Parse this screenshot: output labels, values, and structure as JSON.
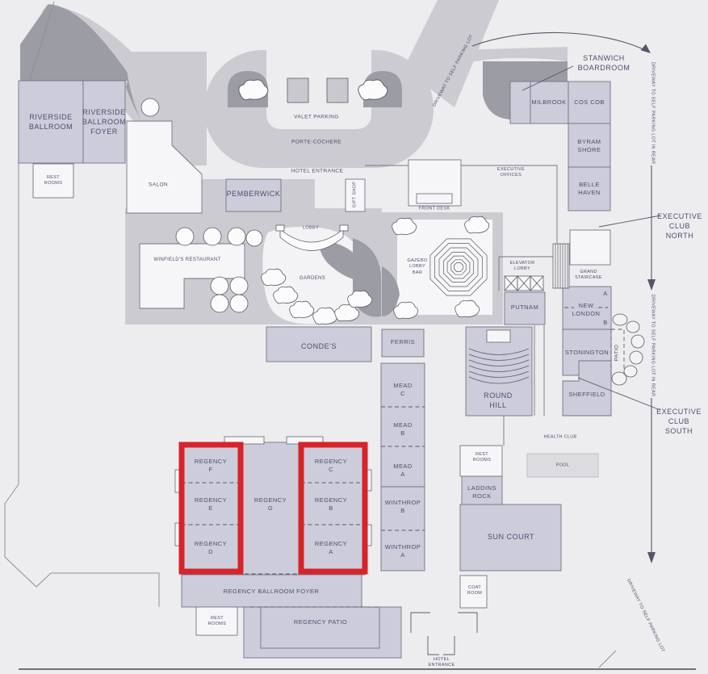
{
  "labels": {
    "riverside_ballroom": "RIVERSIDE\nBALLROOM",
    "riverside_ballroom_foyer": "RIVERSIDE\nBALLROOM\nFOYER",
    "rest_rooms_nw": "REST\nROOMS",
    "salon": "SALON",
    "valet_parking": "VALET PARKING",
    "porte_cochere": "PORTE-COCHERE",
    "hotel_entrance_top": "HOTEL ENTRANCE",
    "pemberwick": "PEMBERWICK",
    "gift_shop": "GIFT SHOP",
    "front_desk": "FRONT DESK",
    "executive_offices": "EXECUTIVE\nOFFICES",
    "stanwich_boardroom": "STANWICH\nBOARDROOM",
    "milbrook": "MILBROOK",
    "cos_cob": "COS COB",
    "byram_shore": "BYRAM\nSHORE",
    "belle_haven": "BELLE\nHAVEN",
    "executive_club_north": "EXECUTIVE\nCLUB\nNORTH",
    "executive_club_south": "EXECUTIVE\nCLUB\nSOUTH",
    "driveway_top": "DRIVEWAY TO SELF PARKING LOT",
    "driveway_right_upper": "DRIVEWAY TO SELF PARKING LOT IN REAR",
    "driveway_right_lower": "DRIVEWAY TO SELF PARKING LOT IN REAR",
    "driveway_bottom": "DRIVEWAY TO SELF PARKING LOT",
    "lobby": "LOBBY",
    "winfields_restaurant": "WINFIELD'S RESTAURANT",
    "gardens": "GARDENS",
    "gazebo_lobby_bar": "GAZEBO\nLOBBY\nBAR",
    "elevator_lobby": "ELEVATOR\nLOBBY",
    "grand_staircase": "GRAND\nSTAIRCASE",
    "putnam": "PUTNAM",
    "new_london": "NEW\nLONDON",
    "new_london_a": "A",
    "new_london_b": "B",
    "stonington": "STONINGTON",
    "patio": "PATIO",
    "sheffield": "SHEFFIELD",
    "condes": "CONDE'S",
    "ferris": "FERRIS",
    "mead_c": "MEAD\nC",
    "mead_b": "MEAD\nB",
    "mead_a": "MEAD\nA",
    "winthrop_b": "WINTHROP\nB",
    "winthrop_a": "WINTHROP\nA",
    "round_hill": "ROUND\nHILL",
    "regency_f": "REGENCY\nF",
    "regency_e": "REGENCY\nE",
    "regency_d": "REGENCY\nD",
    "regency_g": "REGENCY\nG",
    "regency_c": "REGENCY\nC",
    "regency_b": "REGENCY\nB",
    "regency_a": "REGENCY\nA",
    "rest_rooms_mid": "REST\nROOMS",
    "laddins_rock": "LADDINS\nROCK",
    "health_club": "HEALTH CLUB",
    "pool": "POOL",
    "sun_court": "SUN COURT",
    "regency_ballroom_foyer": "REGENCY BALLROOM FOYER",
    "rest_rooms_sw": "REST\nROOMS",
    "regency_patio": "REGENCY PATIO",
    "coat_room": "COAT\nROOM",
    "hotel_entrance_bottom": "HOTEL\nENTRANCE"
  },
  "highlighted_rooms": [
    "REGENCY F",
    "REGENCY E",
    "REGENCY D",
    "REGENCY C",
    "REGENCY B",
    "REGENCY A"
  ],
  "colors": {
    "background": "#ededf0",
    "corridor": "#cbcbd1",
    "landscaping_dark": "#9c9ca4",
    "room_fill": "#cdccdb",
    "room_border": "#74747f",
    "label_text": "#4d4d6b",
    "highlight": "#d7242b"
  }
}
